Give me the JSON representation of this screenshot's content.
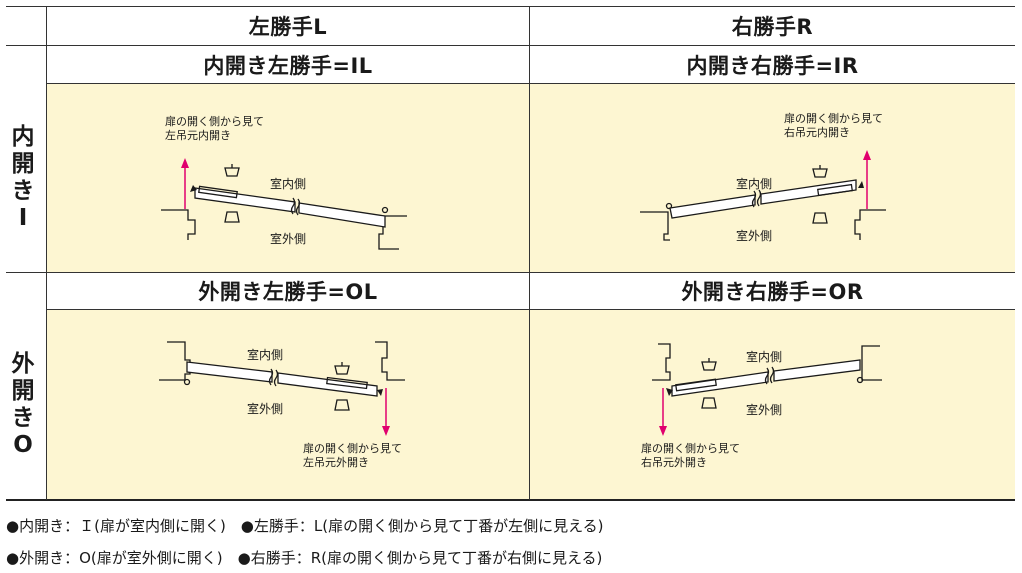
{
  "columns": {
    "left": "左勝手L",
    "right": "右勝手R"
  },
  "rows": [
    {
      "label": [
        "内",
        "開",
        "き",
        "I"
      ],
      "left_title": "内開き左勝手=IL",
      "right_title": "内開き右勝手=IR"
    },
    {
      "label": [
        "外",
        "開",
        "き",
        "O"
      ],
      "left_title": "外開き左勝手=OL",
      "right_title": "外開き右勝手=OR"
    }
  ],
  "diagrams": {
    "il": {
      "note": [
        "扉の開く側から見て",
        "左吊元内開き"
      ],
      "inside": "室内側",
      "outside": "室外側"
    },
    "ir": {
      "note": [
        "扉の開く側から見て",
        "右吊元内開き"
      ],
      "inside": "室内側",
      "outside": "室外側"
    },
    "ol": {
      "note": [
        "扉の開く側から見て",
        "左吊元外開き"
      ],
      "inside": "室内側",
      "outside": "室外側"
    },
    "or": {
      "note": [
        "扉の開く側から見て",
        "右吊元外開き"
      ],
      "inside": "室内側",
      "outside": "室外側"
    }
  },
  "legend": [
    "●内開き：Ｉ(扉が室内側に開く)　●左勝手：L(扉の開く側から見て丁番が左側に見える)",
    "●外開き：O(扉が室外側に開く)　●右勝手：R(扉の開く側から見て丁番が右側に見える)"
  ],
  "colors": {
    "panel": "#fdf6d2",
    "arrow": "#e0006e",
    "line": "#1a1a1a"
  }
}
